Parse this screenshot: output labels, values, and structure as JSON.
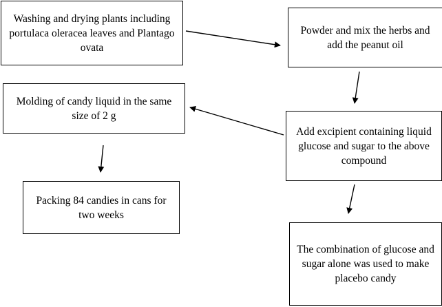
{
  "steps": {
    "wash": "Washing and drying plants including portulaca oleracea leaves and Plantago ovata",
    "powder": "Powder and mix the herbs and add the peanut oil",
    "mold": "Molding of candy liquid in the same size of 2 g",
    "excipient": "Add excipient containing liquid glucose and sugar to the above compound",
    "pack": "Packing 84 candies in cans for two weeks",
    "placebo": "The combination of glucose and sugar alone was used to make placebo candy"
  }
}
